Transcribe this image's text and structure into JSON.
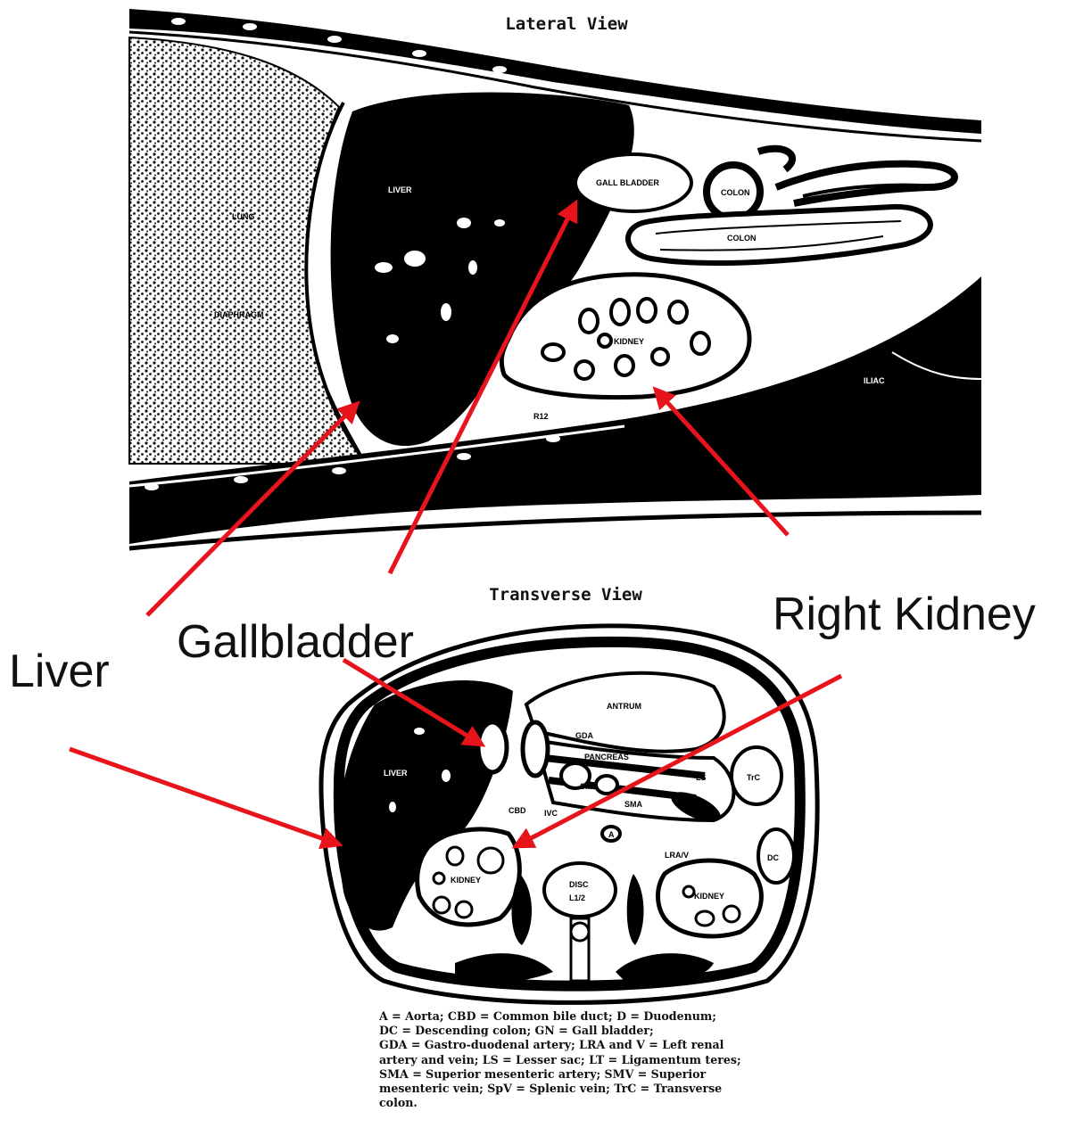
{
  "diagram": {
    "top_title": "Lateral View",
    "bottom_title": "Transverse View",
    "callouts": {
      "liver": "Liver",
      "gallbladder": "Gallbladder",
      "right_kidney": "Right Kidney"
    },
    "lateral_labels": {
      "lung": "LUNG",
      "diaphragm": "DIAPHRAGM",
      "liver": "LIVER",
      "gall_bladder": "GALL BLADDER",
      "colon_1": "COLON",
      "colon_2": "COLON",
      "kidney": "KIDNEY",
      "rib": "R12",
      "muscle": "ILIAC"
    },
    "transverse_labels": {
      "liver": "LIVER",
      "antrum": "ANTRUM",
      "gda": "GDA",
      "pancreas": "PANCREAS",
      "ls": "LS",
      "cbd": "CBD",
      "ivc": "IVC",
      "sma": "SMA",
      "smv": "SMV",
      "a": "A",
      "disc": "DISC",
      "level": "L1/2",
      "right_kidney": "KIDNEY",
      "left_kidney": "KIDNEY",
      "trc": "TrC",
      "dc": "DC",
      "lrav": "LRA/V"
    },
    "legend_text": "A = Aorta; CBD = Common bile duct; D = Duodenum;\nDC = Descending colon; GN = Gall bladder;\nGDA = Gastro-duodenal artery; LRA and V = Left renal\nartery and vein; LS = Lesser sac; LT = Ligamentum teres;\nSMA = Superior mesenteric artery; SMV = Superior\nmesenteric vein; SpV = Splenic vein; TrC = Transverse\ncolon.",
    "colors": {
      "arrow": "#e8141c",
      "ink": "#000000",
      "paper": "#ffffff"
    }
  }
}
